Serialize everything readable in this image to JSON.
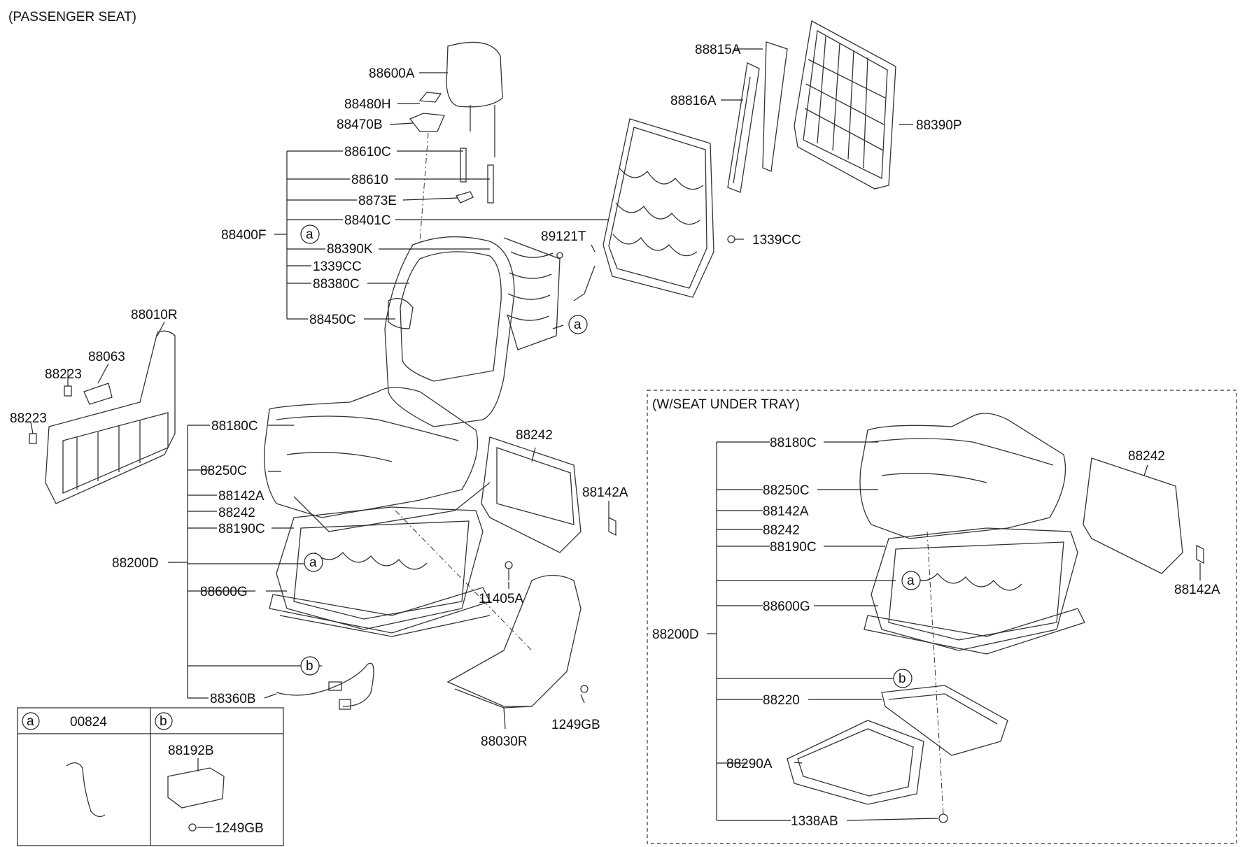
{
  "header": {
    "title": "(PASSENGER SEAT)"
  },
  "main_labels": {
    "p88600A": "88600A",
    "p88480H": "88480H",
    "p88470B": "88470B",
    "p88610C": "88610C",
    "p88610": "88610",
    "p8873E": "8873E",
    "p88401C": "88401C",
    "p88400F": "88400F",
    "p88390K": "88390K",
    "p1339CC_a": "1339CC",
    "p88380C": "88380C",
    "p88450C": "88450C",
    "p89121T": "89121T",
    "p1339CC_b": "1339CC",
    "p88815A": "88815A",
    "p88816A": "88816A",
    "p88390P": "88390P",
    "p88010R": "88010R",
    "p88063": "88063",
    "p88223_a": "88223",
    "p88223_b": "88223",
    "p88180C": "88180C",
    "p88250C": "88250C",
    "p88142A_a": "88142A",
    "p88242_a": "88242",
    "p88190C": "88190C",
    "p88200D": "88200D",
    "p88600G": "88600G",
    "p88360B": "88360B",
    "p88242_b": "88242",
    "p88142A_b": "88142A",
    "p11405A": "11405A",
    "p1249GB_a": "1249GB",
    "p88030R": "88030R"
  },
  "callouts": {
    "a": "a",
    "b": "b"
  },
  "legend": {
    "a_marker": "a",
    "a_part": "00824",
    "b_marker": "b",
    "b_part": "88192B",
    "b_bolt": "1249GB"
  },
  "tray_section": {
    "title": "(W/SEAT UNDER TRAY)",
    "p88180C": "88180C",
    "p88250C": "88250C",
    "p88142A_a": "88142A",
    "p88242_a": "88242",
    "p88190C": "88190C",
    "p88200D": "88200D",
    "p88600G": "88600G",
    "p88220": "88220",
    "p88290A": "88290A",
    "p1338AB": "1338AB",
    "p88242_b": "88242",
    "p88142A_b": "88142A"
  }
}
